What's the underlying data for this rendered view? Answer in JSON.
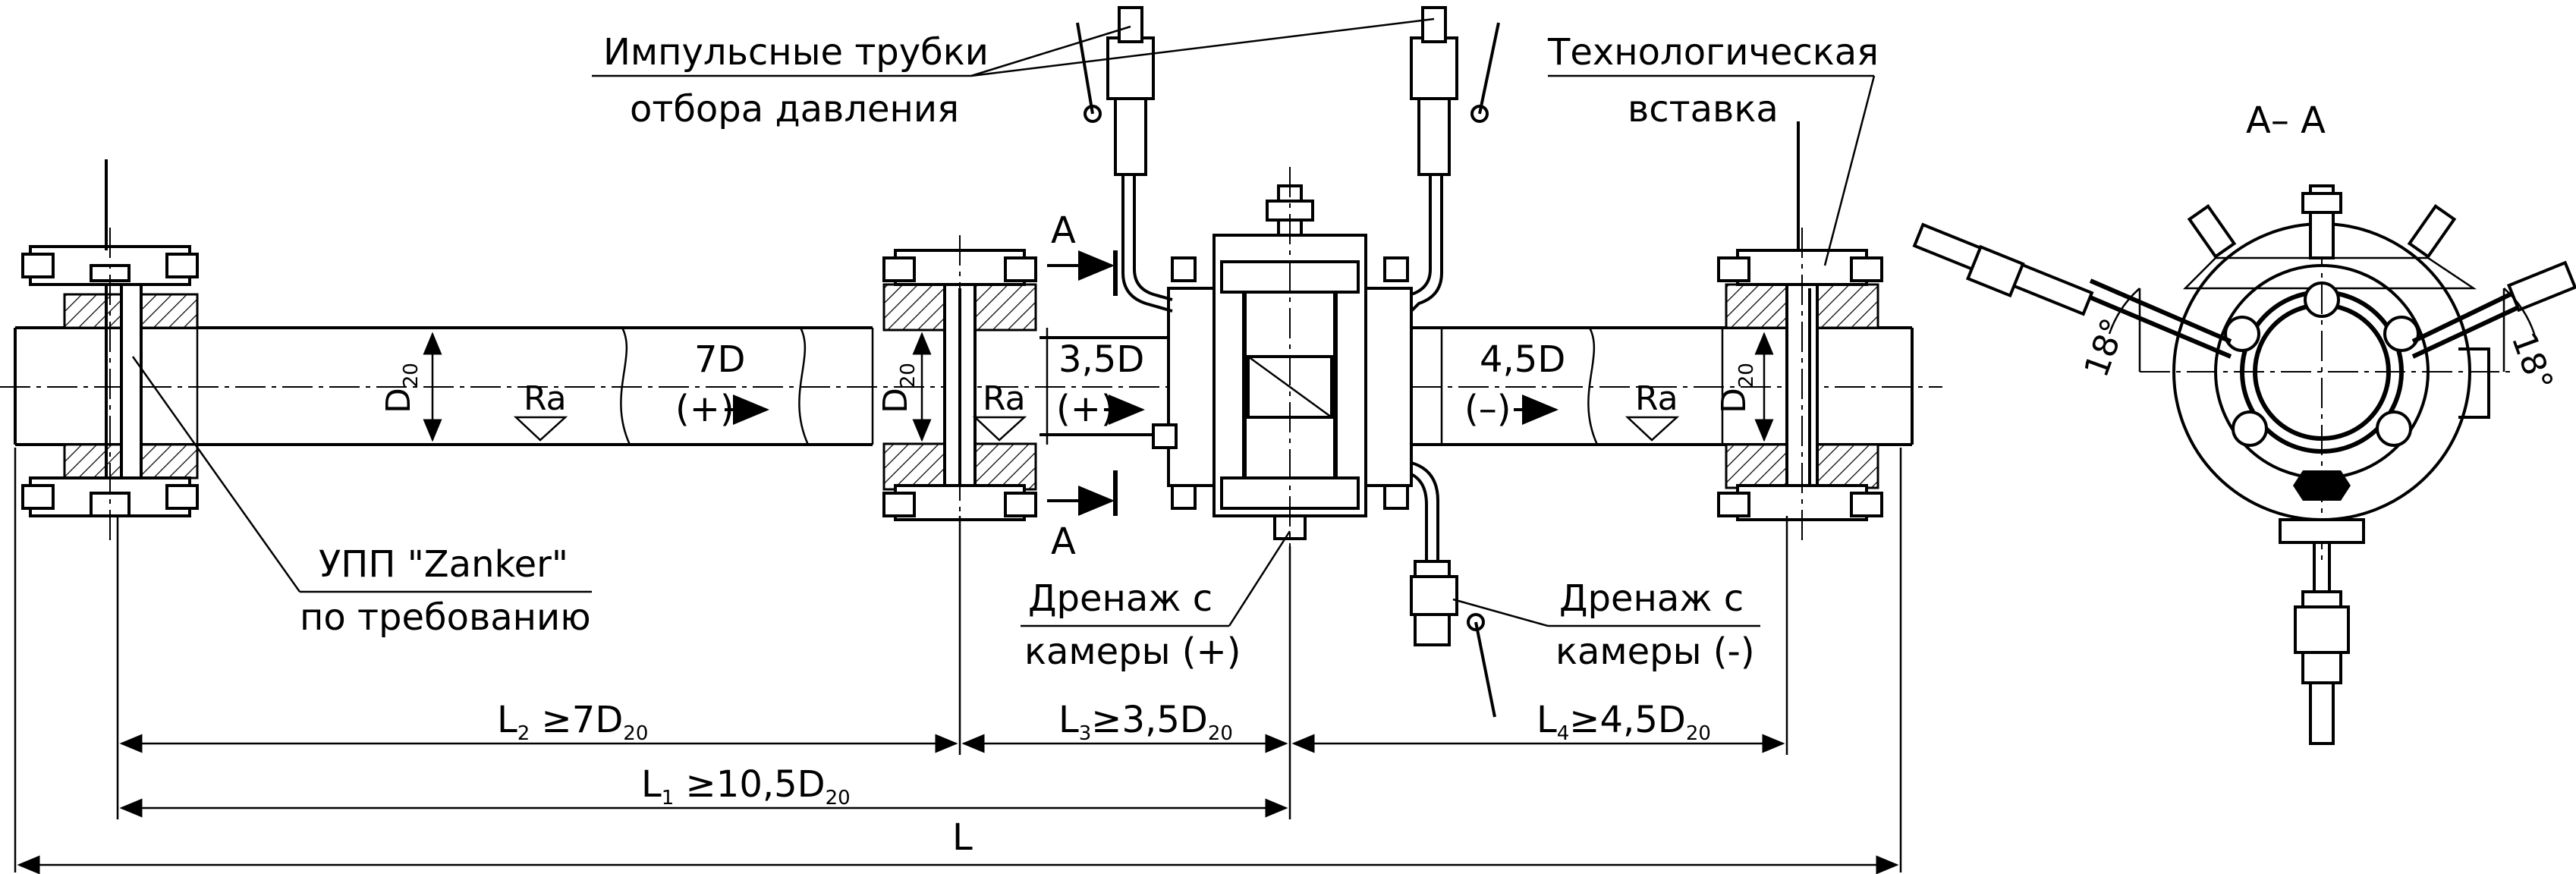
{
  "labels": {
    "impulse_tubes_line1": "Импульсные трубки",
    "impulse_tubes_line2": "отбора давления",
    "tech_insert_line1": "Технологическая",
    "tech_insert_line2": "вставка",
    "section_title": "А– А",
    "section_mark_top": "А",
    "section_mark_bottom": "А",
    "upp_line1": "УПП \"Zanker\"",
    "upp_line2": "по требованию",
    "drain_plus_line1": "Дренаж с",
    "drain_plus_line2": "камеры (+)",
    "drain_minus_line1": "Дренаж с",
    "drain_minus_line2": "камеры (-)"
  },
  "pipe_labels": {
    "d20_main": "D",
    "d20_main_sub": "20",
    "d20_mid": "D",
    "d20_mid_sub": "20",
    "d20_right": "D",
    "d20_right_sub": "20",
    "ra_1": "Ra",
    "ra_2": "Ra",
    "ra_3": "Ra",
    "seg_7d": "7D",
    "seg_35d": "3,5D",
    "seg_45d": "4,5D",
    "sign_plus_1": "(+)",
    "sign_plus_2": "(+)",
    "sign_minus": "(–)"
  },
  "dimensions": {
    "l2": "L",
    "l2_sub": "2",
    "l2_rest": " ≥7D",
    "l2_tail_sub": "20",
    "l3": "L",
    "l3_sub": "3",
    "l3_rest": "≥3,5D",
    "l3_tail_sub": "20",
    "l4": "L",
    "l4_sub": "4",
    "l4_rest": "≥4,5D",
    "l4_tail_sub": "20",
    "l1": "L",
    "l1_sub": "1",
    "l1_rest": " ≥10,5D",
    "l1_tail_sub": "20",
    "l_total": "L"
  },
  "angles": {
    "left": "18°",
    "right": "18°"
  }
}
